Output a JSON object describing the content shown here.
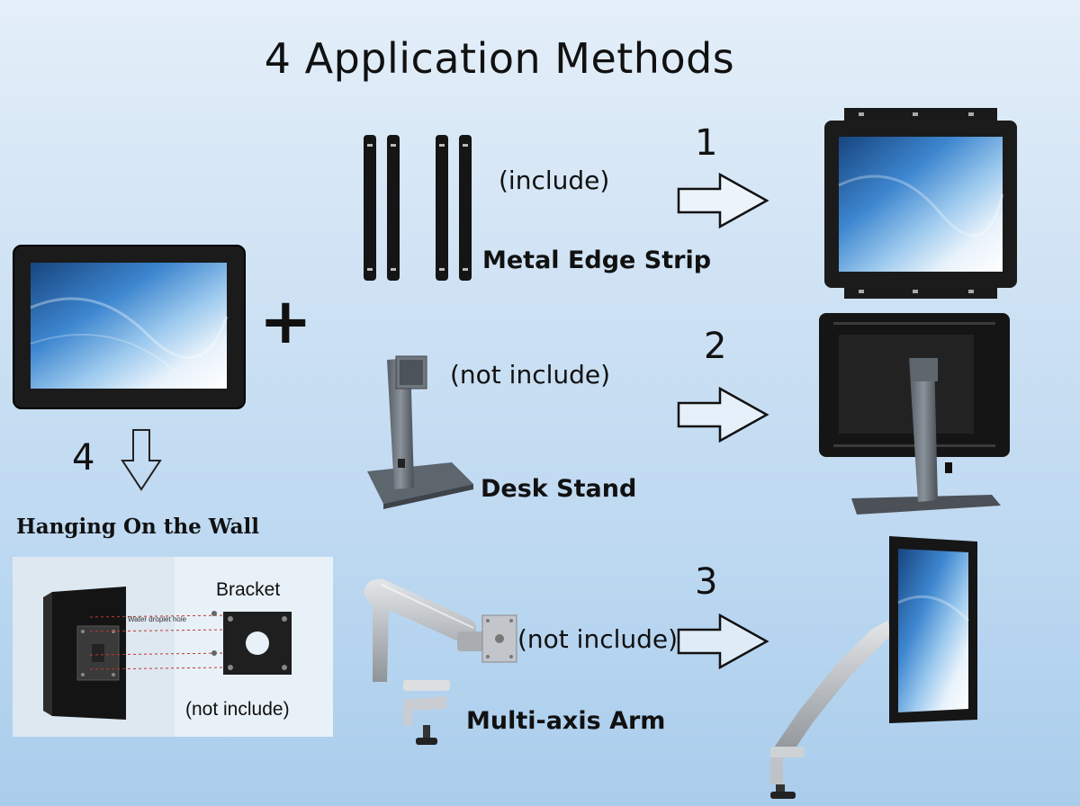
{
  "title": "4  Application Methods",
  "plus_sign": "+",
  "methods": {
    "edge_strip": {
      "number": "1",
      "note": "(include)",
      "label": "Metal Edge Strip"
    },
    "desk_stand": {
      "number": "2",
      "note": "(not include)",
      "label": "Desk Stand"
    },
    "arm": {
      "number": "3",
      "note": "(not include)",
      "label": "Multi-axis Arm"
    },
    "wall": {
      "number": "4",
      "title": "Hanging On the Wall",
      "bracket_label": "Bracket",
      "hole_label": "Water droplet hole",
      "note": "(not include)"
    }
  },
  "colors": {
    "background_top": "#e4eff9",
    "background_bottom": "#aacdec",
    "bezel": "#1b1b1b",
    "screen_blue": "#2f6fb8"
  }
}
